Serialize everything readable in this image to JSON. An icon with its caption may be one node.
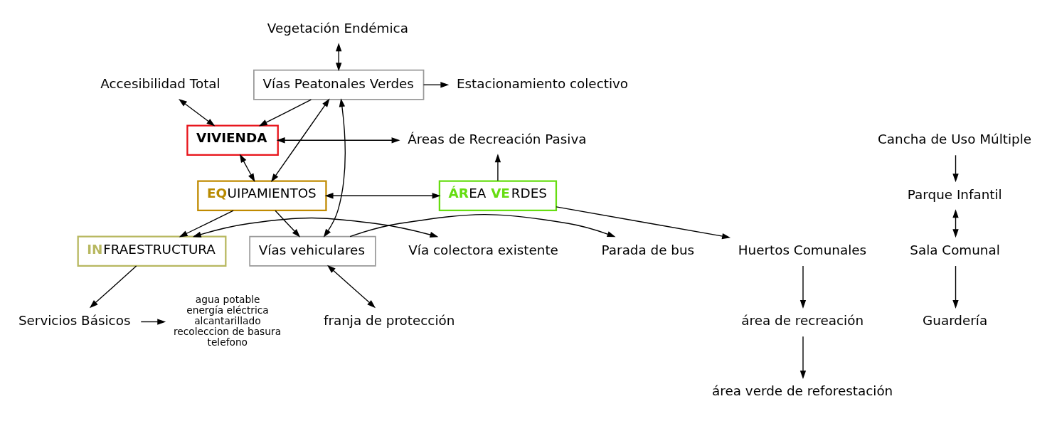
{
  "diagram": {
    "nodes": [
      {
        "text": [
          "Vegetación Endémica"
        ]
      },
      {
        "text": [
          "Accesibilidad Total"
        ]
      },
      {
        "text": [
          "VIVIENDA"
        ]
      },
      {
        "text": [
          "Áreas de Recreación Pasiva"
        ]
      },
      {
        "text": [
          "Estacionamiento colectivo"
        ]
      },
      {
        "text": [
          "Vías Peatonales Verdes"
        ]
      },
      {
        "text": [
          "Cancha de Uso Múltiple"
        ]
      },
      {
        "text": [
          "**EQ**UIPAMIENTOS"
        ]
      },
      {
        "text": [
          "Parque Infantil"
        ]
      },
      {
        "text": [
          "Sala Comunal"
        ]
      },
      {
        "text": [
          "Guardería"
        ]
      },
      {
        "text": [
          "**ÁR**EA **VE**RDES"
        ]
      },
      {
        "text": [
          "Parada de bus"
        ]
      },
      {
        "text": [
          "Vías vehiculares"
        ]
      },
      {
        "text": [
          "Huertos Comunales"
        ]
      },
      {
        "text": [
          "área de recreación"
        ]
      },
      {
        "text": [
          "Vía colectora existente"
        ]
      },
      {
        "text": [
          "**IN**FRAESTRUCTURA"
        ]
      },
      {
        "text": [
          "área verde de reforestación"
        ]
      },
      {
        "text": [
          "franja de protección"
        ]
      },
      {
        "text": [
          "Servicios Básicos"
        ]
      },
      {
        "text": [
          "agua potable",
          "energía eléctrica",
          "alcantarillado",
          "recoleccion de basura",
          "telefono"
        ]
      }
    ],
    "edges": [
      {
        "from": 0,
        "to": 5,
        "arrow": "both"
      },
      {
        "from": 5,
        "to": 2,
        "arrow": "to"
      },
      {
        "from": 1,
        "to": 2,
        "arrow": "both"
      },
      {
        "from": 2,
        "to": 3,
        "arrow": "both"
      },
      {
        "from": 2,
        "to": 7,
        "arrow": "both"
      },
      {
        "from": 5,
        "to": 4,
        "arrow": "to"
      },
      {
        "from": 5,
        "to": 7,
        "arrow": "both"
      },
      {
        "from": 5,
        "to": 13,
        "arrow": "both"
      },
      {
        "from": 13,
        "to": 12,
        "arrow": "to"
      },
      {
        "from": 7,
        "to": 13,
        "arrow": "to"
      },
      {
        "from": 7,
        "to": 17,
        "arrow": "to"
      },
      {
        "from": 7,
        "to": 11,
        "arrow": "both"
      },
      {
        "from": 6,
        "to": 8,
        "arrow": "to"
      },
      {
        "from": 8,
        "to": 9,
        "arrow": "both"
      },
      {
        "from": 9,
        "to": 10,
        "arrow": "to"
      },
      {
        "from": 11,
        "to": 3,
        "arrow": "to"
      },
      {
        "from": 11,
        "to": 14,
        "arrow": "to"
      },
      {
        "from": 14,
        "to": 15,
        "arrow": "to"
      },
      {
        "from": 15,
        "to": 18,
        "arrow": "to"
      },
      {
        "from": 13,
        "to": 19,
        "arrow": "both"
      },
      {
        "from": 16,
        "to": 17,
        "arrow": "both"
      },
      {
        "from": 17,
        "to": 20,
        "arrow": "to"
      },
      {
        "from": 20,
        "to": 21,
        "arrow": "to"
      }
    ]
  }
}
